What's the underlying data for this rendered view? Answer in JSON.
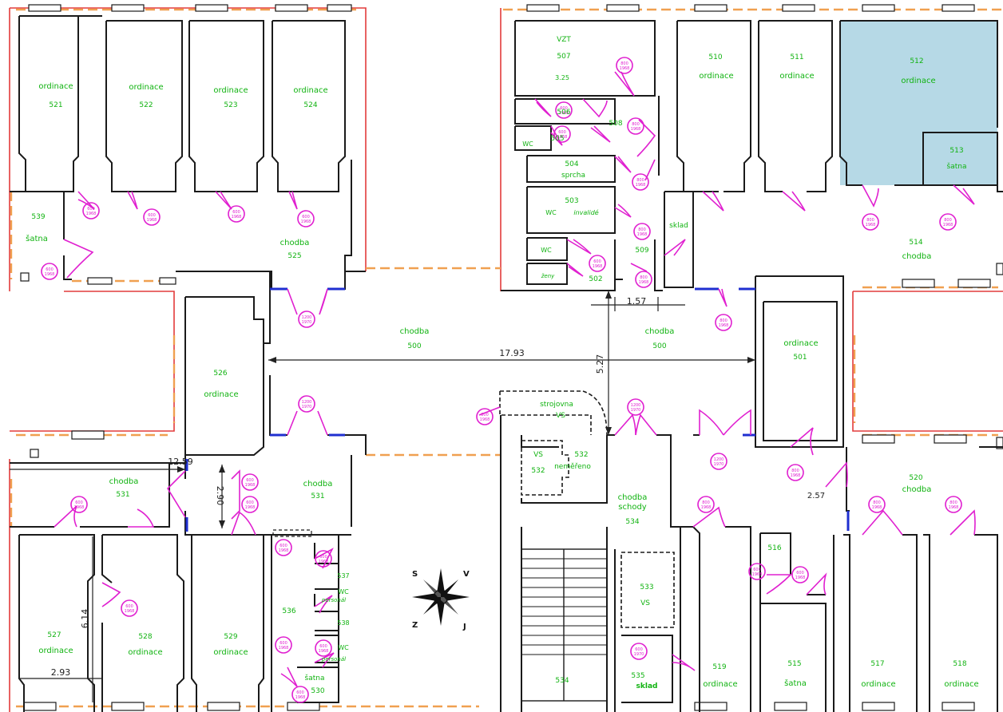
{
  "colors": {
    "room_label": "#11b311",
    "door": "#e020d0",
    "wall": "#1a1a1a",
    "exterior_red": "#e23b3b",
    "exterior_dashed": "#f0a050",
    "highlight_room": "#b6d9e6",
    "window_blue": "#1f2fd0"
  },
  "rooms": {
    "r521": {
      "name": "ordinace",
      "num": "521"
    },
    "r522": {
      "name": "ordinace",
      "num": "522"
    },
    "r523": {
      "name": "ordinace",
      "num": "523"
    },
    "r524": {
      "name": "ordinace",
      "num": "524"
    },
    "r539": {
      "num": "539",
      "name": "šatna"
    },
    "r525": {
      "name": "chodba",
      "num": "525"
    },
    "r507": {
      "name": "VZT",
      "num": "507",
      "extra": "3.25"
    },
    "r506": {
      "num": "506"
    },
    "r505": {
      "name": "WC",
      "num": "505"
    },
    "r508": {
      "num": "508"
    },
    "r504": {
      "num": "504",
      "name": "sprcha"
    },
    "r503": {
      "num": "503",
      "name": "WC",
      "extra": "invalidé"
    },
    "r509": {
      "num": "509"
    },
    "r502": {
      "name": "WC",
      "extra": "ženy",
      "num": "502"
    },
    "sklad_mid": {
      "name": "sklad"
    },
    "r510": {
      "num": "510",
      "name": "ordinace"
    },
    "r511": {
      "num": "511",
      "name": "ordinace"
    },
    "r512": {
      "num": "512",
      "name": "ordinace"
    },
    "r513": {
      "num": "513",
      "name": "šatna"
    },
    "r514": {
      "num": "514",
      "name": "chodba"
    },
    "r500a": {
      "name": "chodba",
      "num": "500"
    },
    "r500b": {
      "name": "chodba",
      "num": "500"
    },
    "r526": {
      "num": "526",
      "name": "ordinace"
    },
    "r501": {
      "name": "ordinace",
      "num": "501"
    },
    "strojovna": {
      "name": "strojovna",
      "extra": "VS"
    },
    "r532": {
      "num": "532",
      "name": "neměřeno"
    },
    "vs532": {
      "name": "VS",
      "num": "532"
    },
    "r531a": {
      "name": "chodba",
      "num": "531"
    },
    "r531b": {
      "name": "chodba",
      "num": "531"
    },
    "r520": {
      "num": "520",
      "name": "chodba"
    },
    "r534a": {
      "name": "chodba",
      "extra": "schody",
      "num": "534"
    },
    "r533": {
      "num": "533",
      "name": "VS"
    },
    "r534b": {
      "num": "534"
    },
    "r535": {
      "num": "535",
      "name": "sklad"
    },
    "r516": {
      "num": "516"
    },
    "r519": {
      "num": "519",
      "name": "ordinace"
    },
    "r515": {
      "num": "515",
      "name": "šatna"
    },
    "r517": {
      "num": "517",
      "name": "ordinace"
    },
    "r518": {
      "num": "518",
      "name": "ordinace"
    },
    "r527": {
      "num": "527",
      "name": "ordinace"
    },
    "r528": {
      "num": "528",
      "name": "ordinace"
    },
    "r529": {
      "num": "529",
      "name": "ordinace"
    },
    "r536": {
      "num": "536"
    },
    "r537": {
      "num": "537"
    },
    "wc_personal_a": {
      "name": "WC",
      "extra": "personál"
    },
    "r538": {
      "num": "538"
    },
    "wc_personal_b": {
      "name": "WC",
      "extra": "personál"
    },
    "r530": {
      "name": "šatna",
      "num": "530"
    }
  },
  "dimensions": {
    "d1793": "17.93",
    "d527": "5.27",
    "d157": "1.57",
    "d1259": "12.59",
    "d290": "2.90",
    "d614": "6.14",
    "d293": "2.93",
    "d257": "2.57"
  },
  "compass": {
    "s": "S",
    "v": "V",
    "z": "Z",
    "j": "J"
  }
}
